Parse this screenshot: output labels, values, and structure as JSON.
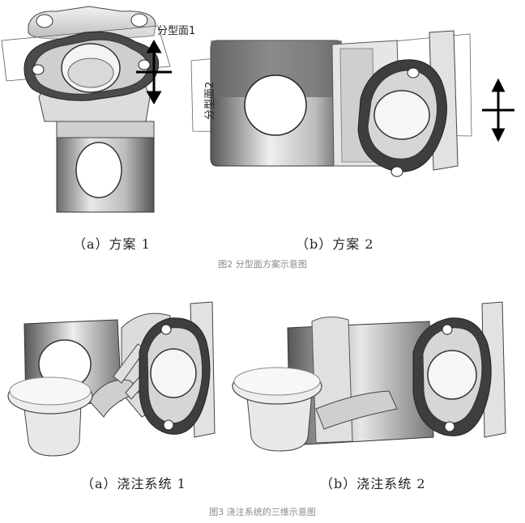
{
  "figure2": {
    "panel_a": {
      "caption": "（a）方案 1",
      "plane_label": "分型面1"
    },
    "panel_b": {
      "caption": "（b）方案 2",
      "plane_label": "分型面2"
    },
    "caption": "图2 分型面方案示意图"
  },
  "figure3": {
    "panel_a": {
      "caption": "（a）浇注系统 1"
    },
    "panel_b": {
      "caption": "（b）浇注系统 2"
    },
    "caption": "图3 浇注系统的三维示意图"
  },
  "colors": {
    "dark_gray": "#5a5a5a",
    "mid_gray": "#9a9a9a",
    "light_gray": "#d8d8d8",
    "caption_gray": "#8a8a8a"
  }
}
